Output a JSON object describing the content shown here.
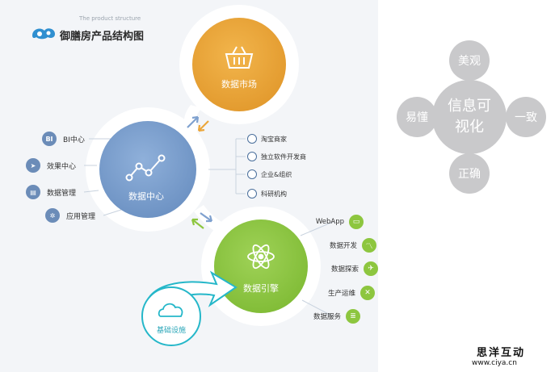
{
  "header": {
    "title": "御膳房产品结构图",
    "subtitle": "The product structure"
  },
  "diagram": {
    "market": "数据市场",
    "center": "数据中心",
    "engine": "数据引擎",
    "infra": "基础设施"
  },
  "left_items": [
    {
      "icon_text": "BI",
      "label": "BI中心"
    },
    {
      "icon_text": "",
      "label": "效果中心"
    },
    {
      "icon_text": "",
      "label": "数据管理"
    },
    {
      "icon_text": "",
      "label": "应用管理"
    }
  ],
  "middle_items": [
    "淘宝商家",
    "独立软件开发商",
    "企业&组织",
    "科研机构"
  ],
  "right_items": [
    "WebApp",
    "数据开发",
    "数据探索",
    "生产运维",
    "数据服务"
  ],
  "flower": {
    "center": "信息可视化",
    "top": "美观",
    "left": "易懂",
    "right": "一致",
    "bottom": "正确"
  },
  "watermark": {
    "line1": "思洋互动",
    "line2": "www.ciya.cn"
  },
  "colors": {
    "orange": "#eba63a",
    "blue": "#7fa1cf",
    "green": "#8dc63f",
    "gray": "#c9c9cb"
  }
}
